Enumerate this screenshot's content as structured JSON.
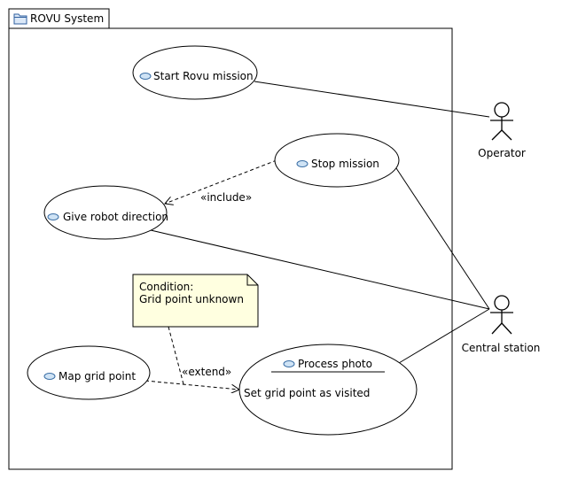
{
  "system": {
    "title": "ROVU System",
    "icon": "package-icon"
  },
  "use_cases": {
    "start_rovu_mission": "Start Rovu mission",
    "stop_mission": "Stop mission",
    "give_robot_direction": "Give robot direction",
    "map_grid_point": "Map grid point",
    "process_photo": "Process photo",
    "process_photo_extension_point": "Set grid point as visited",
    "icon": "use-case-icon"
  },
  "actors": {
    "operator": "Operator",
    "central_station": "Central station",
    "icon": "stick-figure-icon"
  },
  "relations": {
    "include_label": "«include»",
    "extend_label": "«extend»"
  },
  "note": {
    "line1": "Condition:",
    "line2": "Grid point unknown"
  },
  "colors": {
    "line": "#000000",
    "note_fill": "#ffffe0",
    "use_case_icon_fill": "#cfe3f5",
    "use_case_icon_stroke": "#3a6ea5",
    "package_icon_stroke": "#2f5f9f"
  }
}
